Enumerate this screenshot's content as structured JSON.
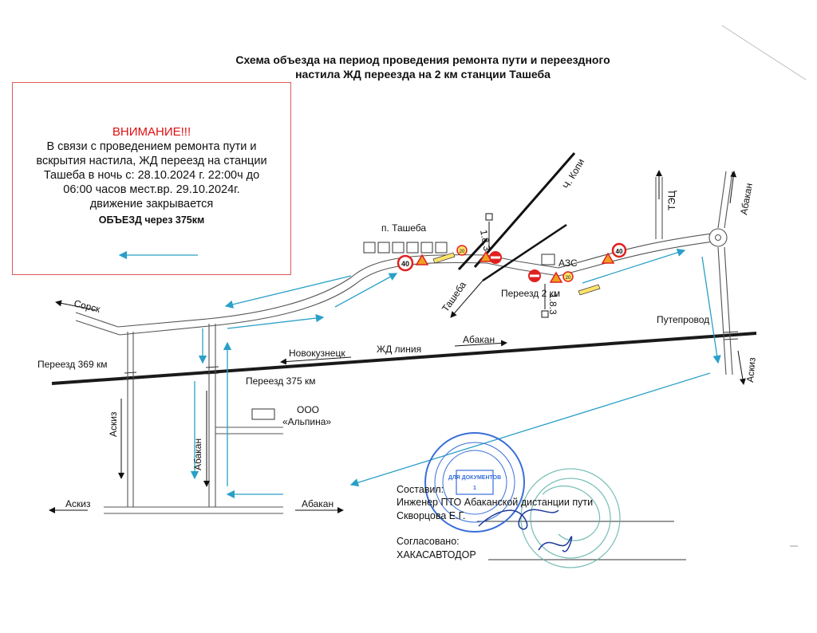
{
  "title": {
    "line1": "Схема объезда на период проведения ремонта пути и переездного",
    "line2": "настила ЖД переезда на 2 км станции Ташеба"
  },
  "notice": {
    "warning": "ВНИМАНИЕ!!!",
    "lines": [
      "В связи с проведением ремонта пути и",
      "вскрытия настила, ЖД переезд на станции",
      "Ташеба в ночь с: 28.10.2024 г. 22:00ч до",
      "06:00 часов мест.вр. 29.10.2024г.",
      "движение закрывается"
    ],
    "detour": "ОБЪЕЗД через 375км"
  },
  "map": {
    "labels": {
      "sorsk": "Сорск",
      "crossing_369": "Переезд 369 км",
      "crossing_375": "Переезд 375 км",
      "crossing_2km": "Переезд 2 км",
      "tasheba_village": "п. Ташеба",
      "tasheba_road": "Ташеба",
      "ch_kopi": "Ч. Копи",
      "tec": "ТЭЦ",
      "abakan_ne": "Абакан",
      "azs": "АЗС",
      "overpass": "Путепровод",
      "askiz_right": "Аскиз",
      "novokuznetsk": "Новокузнецк",
      "rail_line": "ЖД линия",
      "abakan_rail": "Абакан",
      "alpina_1": "ООО",
      "alpina_2": "«Альпина»",
      "askiz_vertical": "Аскиз",
      "abakan_vertical": "Абакан",
      "askiz_bottom": "Аскиз",
      "abakan_bottom": "Абакан"
    },
    "signs": {
      "speed_40": "40",
      "speed_20": "20",
      "sign_tag": "1.8.3"
    },
    "colors": {
      "detour_arrow": "#2aa0c8",
      "rail": "#1a1a1a",
      "no_entry": "#e02020",
      "warning_sign": "#f0a020",
      "stamp": "#3a6fd8"
    }
  },
  "signature": {
    "compiled": "Составил:",
    "engineer": "Инженер ПТО Абаканской дистанции пути",
    "name": "Скворцова Е.Г.",
    "agreed": "Согласовано:",
    "org": "ХАКАСАВТОДОР"
  },
  "stamp": {
    "text": "ДЛЯ ДОКУМЕНТОВ",
    "number": "1"
  }
}
